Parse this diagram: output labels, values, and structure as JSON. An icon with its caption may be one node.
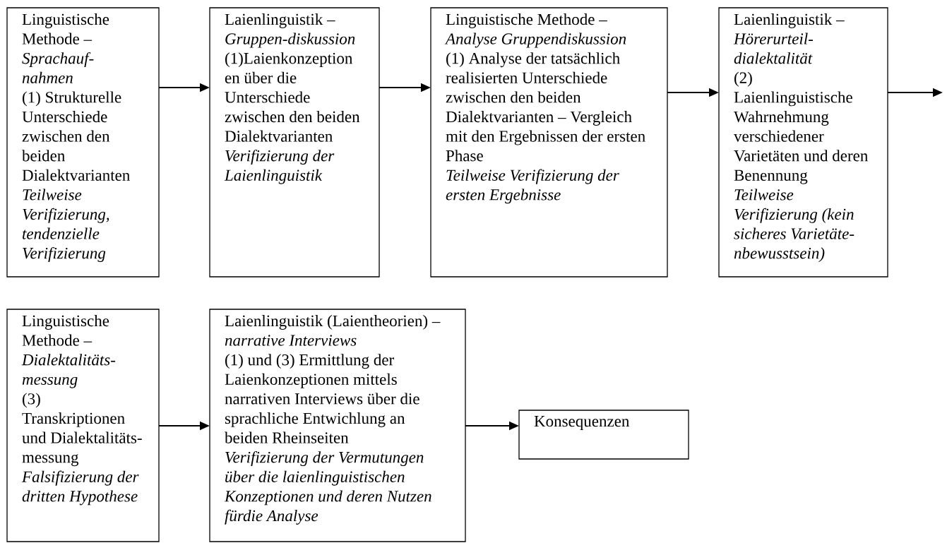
{
  "diagram": {
    "nodes": [
      {
        "text": [
          "Linguistische Methode – *Sprachauf- nahmen*",
          "(1) Strukturelle Unterschiede zwischen den beiden Dialektvarianten",
          "Teilweise Verifizierung, tendenzielle Verifizierung"
        ]
      },
      {
        "text": [
          "Laienlinguistik – *Gruppen-diskussion*",
          "(1)Laienkonzeption en über die Unterschiede zwischen den beiden Dialektvarianten",
          "Verifizierung der Laienlinguistik"
        ]
      },
      {
        "text": [
          "Linguistische Methode – *Analyse Gruppendiskussion*",
          "(1) Analyse der tatsächlich realisierten Unterschiede zwischen den beiden Dialektvarianten – Vergleich mit den Ergebnissen der ersten Phase",
          "Teilweise Verifizierung der ersten Ergebnisse"
        ]
      },
      {
        "text": [
          "Laienlinguistik – *Hörerurteil- dialektalität*",
          "(2) Laienlinguistische Wahrnehmung verschiedener Varietäten und deren Benennung",
          "Teilweise Verifizierung (kein sicheres Varietäte- nbewusstsein)"
        ]
      },
      {
        "text": [
          "Linguistische Methode – *Dialektalitäts- messung*",
          "(3) Transkriptionen und Dialektalitäts- messung",
          "Falsifizierung der dritten Hypothese"
        ]
      },
      {
        "text": [
          "Laienlinguistik (Laientheorien) – *narrative Interviews*",
          "(1) und (3) Ermittlung der Laienkonzeptionen mittels narrativen Interviews über die sprachliche Entwichlung an beiden Rheinseiten",
          "Verifizierung der Vermutungen über die laienlinguistischen Konzeptionen und deren Nutzen fürdie Analyse"
        ]
      },
      {
        "text": [
          "Konsequenzen"
        ]
      }
    ],
    "edges": [
      {
        "from": 0,
        "to": 1,
        "arrow": "to"
      },
      {
        "from": 1,
        "to": 2,
        "arrow": "to"
      },
      {
        "from": 2,
        "to": 3,
        "arrow": "to"
      },
      {
        "from": 3,
        "to": null,
        "arrow": "to"
      },
      {
        "from": 4,
        "to": 5,
        "arrow": "to"
      },
      {
        "from": 5,
        "to": 6,
        "arrow": "to"
      }
    ]
  }
}
